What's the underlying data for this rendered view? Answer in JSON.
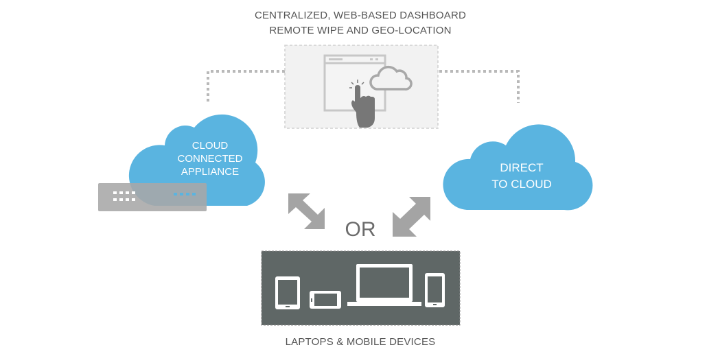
{
  "top_caption": {
    "line1": "CENTRALIZED, WEB-BASED DASHBOARD",
    "line2": "REMOTE WIPE AND GEO-LOCATION"
  },
  "left_cloud": {
    "line1": "CLOUD",
    "line2": "CONNECTED",
    "line3": "APPLIANCE"
  },
  "right_cloud": {
    "line1": "DIRECT",
    "line2": "TO CLOUD"
  },
  "or_label": "OR",
  "bottom_caption": "LAPTOPS & MOBILE DEVICES",
  "colors": {
    "cloud_blue": "#5ab4e0",
    "gray_line": "#b9b9b9",
    "device_panel": "#5f6766",
    "appliance_gray": "#a7a7a7",
    "arrow_gray": "#a4a4a4"
  },
  "icons": [
    "browser-window-icon",
    "cloud-outline-icon",
    "pointing-hand-icon",
    "appliance-icon",
    "tablet-icon",
    "phone-icon",
    "laptop-icon"
  ]
}
